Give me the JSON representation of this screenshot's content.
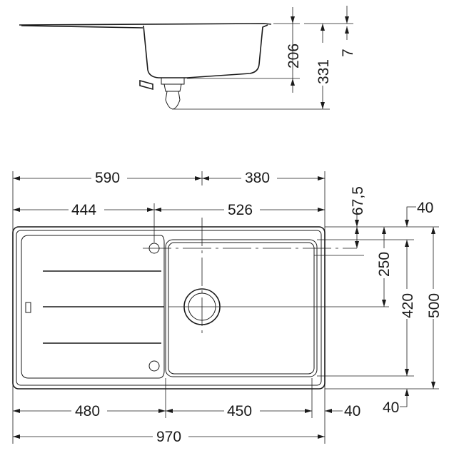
{
  "side_view": {
    "depth_bowl": "206",
    "depth_total": "331",
    "rim_thickness": "7"
  },
  "top_view": {
    "top_row": [
      "590",
      "380"
    ],
    "second_row": [
      "444",
      "526"
    ],
    "bottom_row": [
      "480",
      "450",
      "40"
    ],
    "total_width": "970",
    "drain_offset_top": "67,5",
    "drain_center_depth": "250",
    "bowl_depth": "420",
    "total_depth": "500",
    "margin_top": "40",
    "margin_bottom": "40"
  }
}
